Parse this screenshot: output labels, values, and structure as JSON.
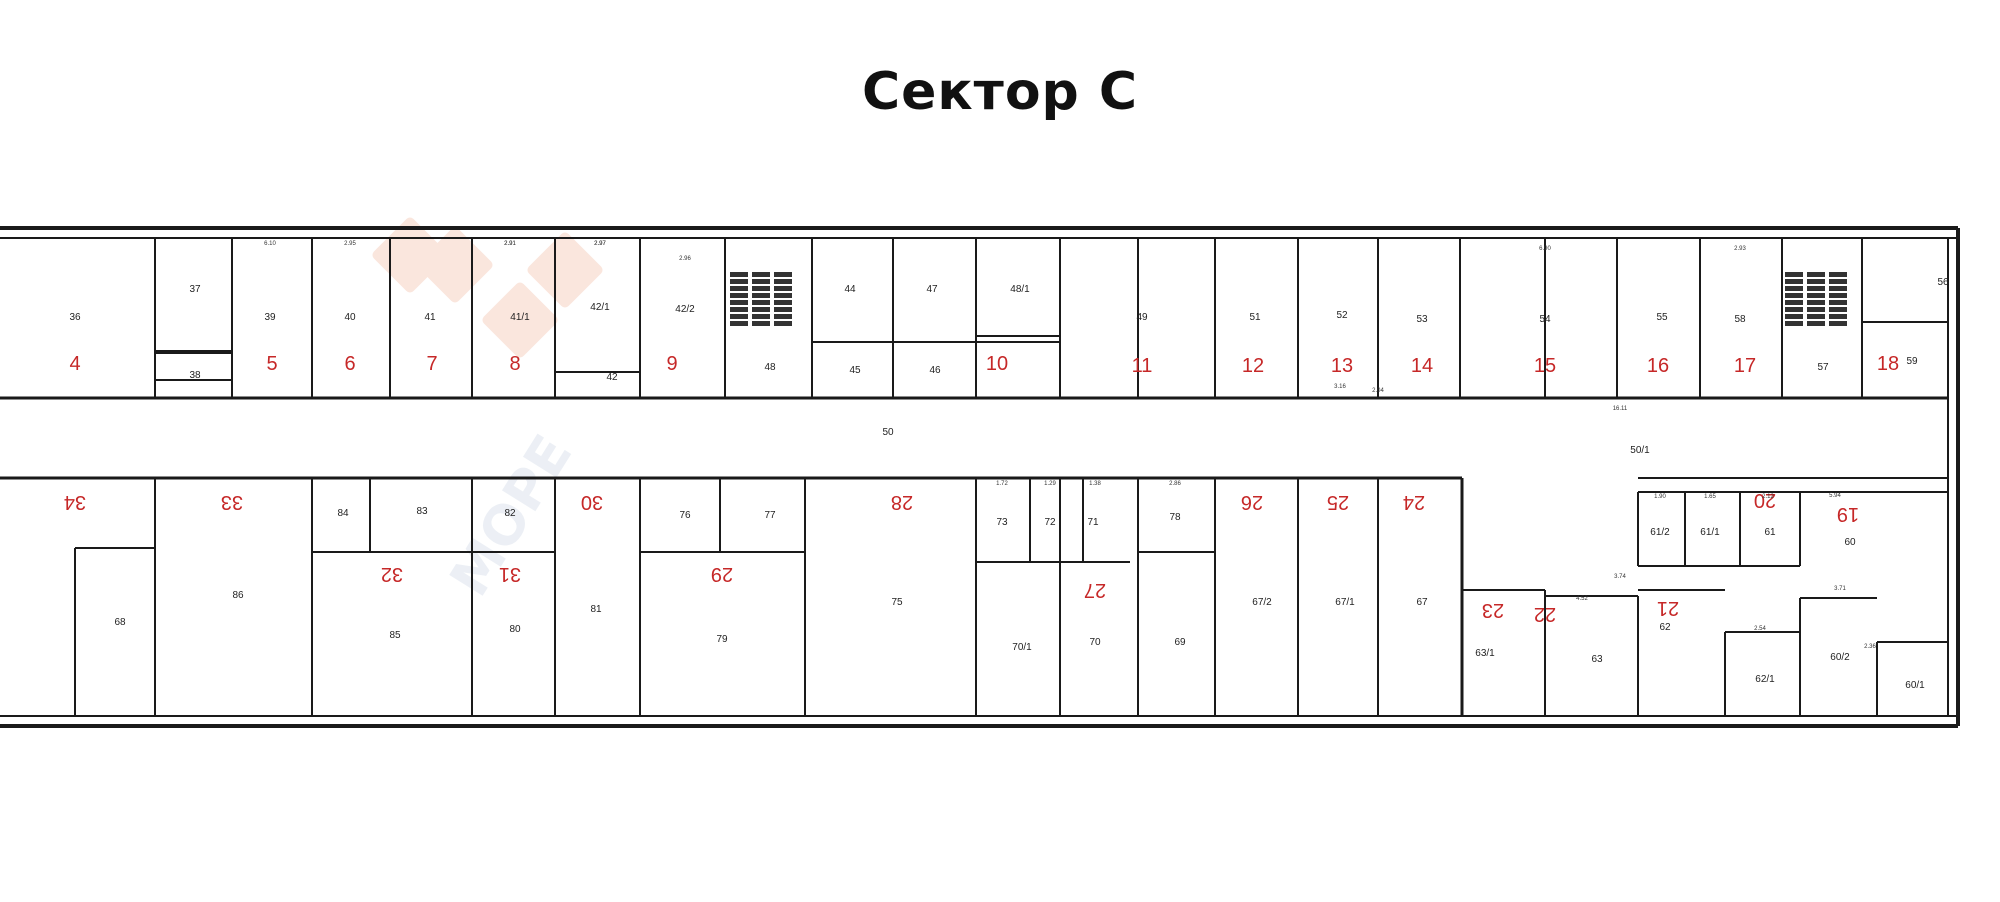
{
  "title": "Сектор С",
  "colors": {
    "walls": "#1a1a1a",
    "sector_numbers": "#c62828",
    "room_numbers": "#222222",
    "watermark": "#f2b8a0"
  },
  "watermark_text": "МОРЕ",
  "rooms": [
    "36",
    "37",
    "38",
    "39",
    "40",
    "41",
    "41/1",
    "42/1",
    "42/2",
    "42",
    "44",
    "45",
    "46",
    "47",
    "48",
    "48/1",
    "49",
    "51",
    "52",
    "53",
    "54",
    "55",
    "56",
    "57",
    "58",
    "59",
    "50",
    "50/1",
    "60",
    "60/1",
    "60/2",
    "61",
    "61/1",
    "61/2",
    "62",
    "62/1",
    "63",
    "63/1",
    "67",
    "67/1",
    "67/2",
    "68",
    "69",
    "70",
    "70/1",
    "71",
    "72",
    "73",
    "75",
    "76",
    "77",
    "78",
    "79",
    "80",
    "81",
    "82",
    "83",
    "84",
    "85",
    "86"
  ],
  "sectors": [
    "4",
    "5",
    "6",
    "7",
    "8",
    "9",
    "10",
    "11",
    "12",
    "13",
    "14",
    "15",
    "16",
    "17",
    "18",
    "34",
    "33",
    "32",
    "31",
    "30",
    "29",
    "28",
    "27",
    "26",
    "25",
    "24",
    "23",
    "22",
    "21",
    "20",
    "19"
  ],
  "dimensions": [
    "6.10",
    "2.95",
    "2.91",
    "2.97",
    "2.96",
    "2.97",
    "6.90",
    "2.93",
    "2.91",
    "3.16",
    "2.04",
    "1.72",
    "1.29",
    "1.38",
    "2.86",
    "4.52",
    "1.90",
    "2.54",
    "3.74",
    "1.65",
    "2.12",
    "5.94",
    "3.71",
    "2.36",
    "16.11"
  ]
}
